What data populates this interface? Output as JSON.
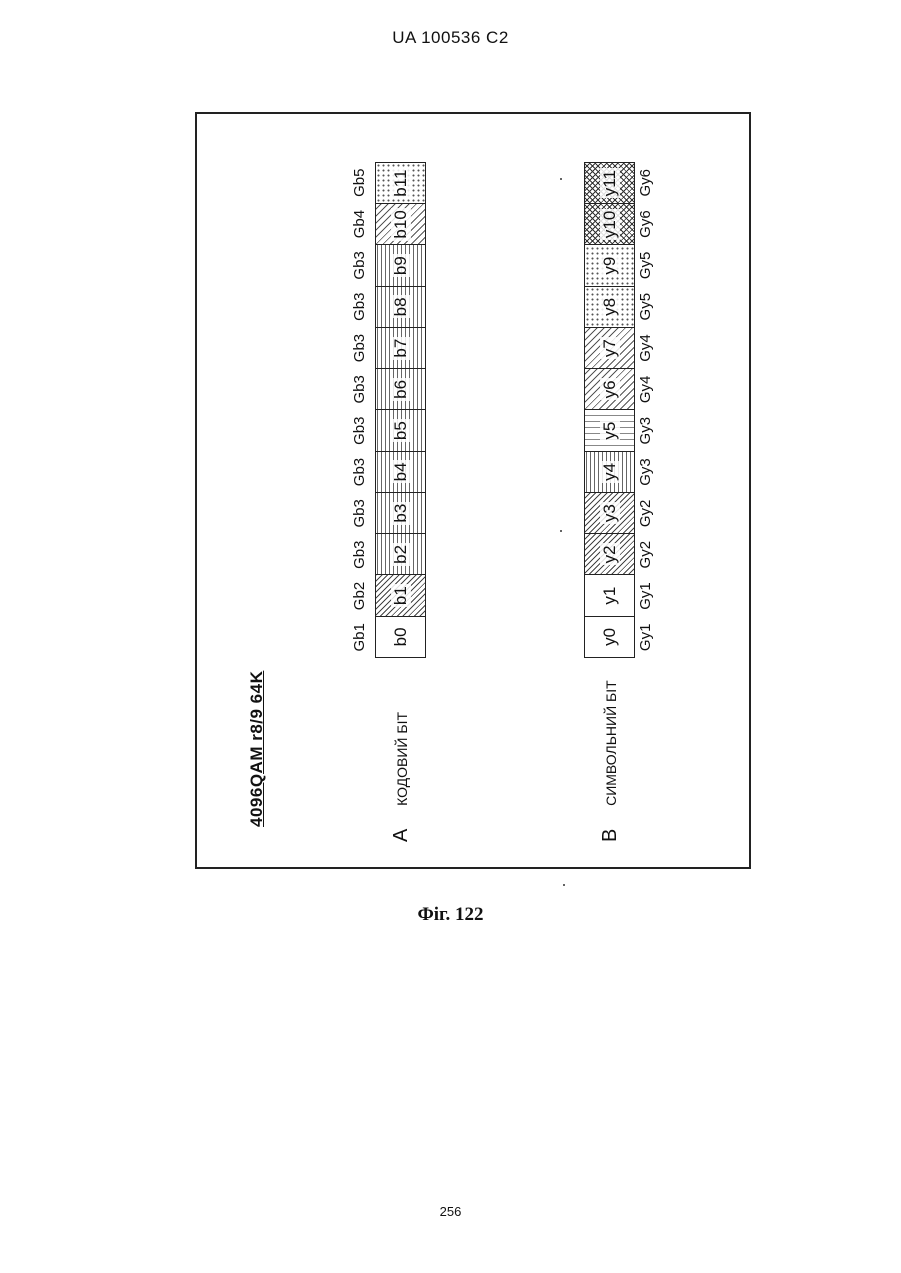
{
  "header": {
    "patent": "UA   100536   C2"
  },
  "figure": {
    "title": "4096QAM r8/9 64K",
    "row_a": {
      "letter": "A",
      "label": "КОДОВИЙ БІТ",
      "cells": [
        "b0",
        "b1",
        "b2",
        "b3",
        "b4",
        "b5",
        "b6",
        "b7",
        "b8",
        "b9",
        "b10",
        "b11"
      ],
      "groups": [
        "Gb1",
        "Gb2",
        "Gb3",
        "Gb3",
        "Gb3",
        "Gb3",
        "Gb3",
        "Gb3",
        "Gb3",
        "Gb3",
        "Gb4",
        "Gb5"
      ],
      "patterns": [
        "plain",
        "hatch",
        "lines",
        "lines",
        "lines",
        "lines",
        "lines",
        "lines",
        "lines",
        "lines",
        "hatch-b",
        "dots"
      ]
    },
    "row_b": {
      "letter": "B",
      "label": "СИМВОЛЬНИЙ БІТ",
      "cells": [
        "y0",
        "y1",
        "y2",
        "y3",
        "y4",
        "y5",
        "y6",
        "y7",
        "y8",
        "y9",
        "y10",
        "y11"
      ],
      "groups": [
        "Gy1",
        "Gy1",
        "Gy2",
        "Gy2",
        "Gy3",
        "Gy3",
        "Gy4",
        "Gy4",
        "Gy5",
        "Gy5",
        "Gy6",
        "Gy6"
      ],
      "patterns": [
        "plain",
        "plain",
        "hatch",
        "hatch",
        "lines",
        "vlines",
        "hatch-b",
        "hatch-b",
        "dots",
        "dots",
        "cross",
        "cross"
      ]
    }
  },
  "caption": "Фіг. 122",
  "page_number": "256"
}
